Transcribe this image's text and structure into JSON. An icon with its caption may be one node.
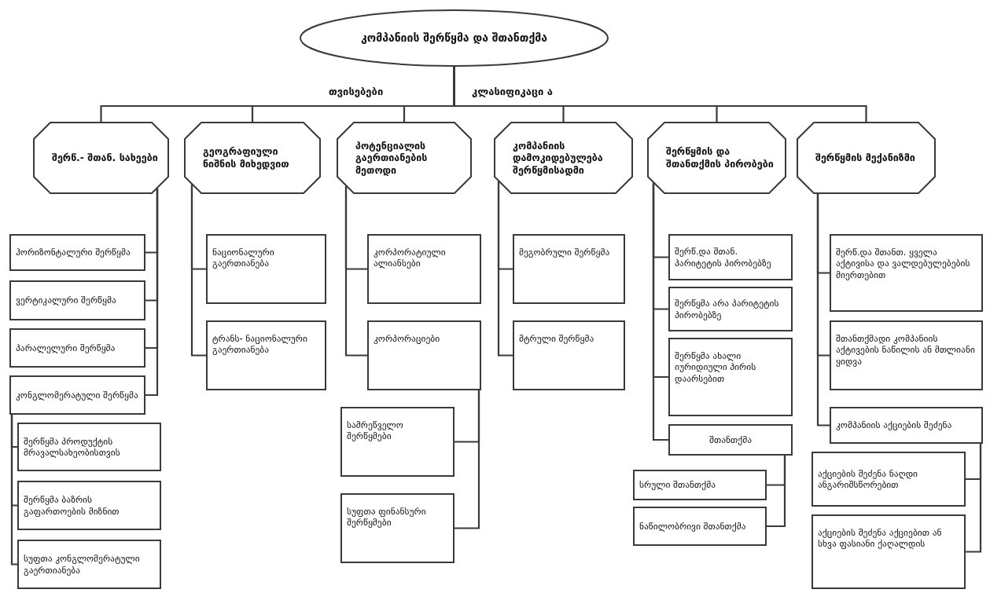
{
  "diagram": {
    "nodes": [
      {
        "text": [
          "კომპანიის შერწყმა და შთანთქმა"
        ]
      },
      {
        "text": [
          "შერწ.- შთან. სახეები"
        ]
      },
      {
        "text": [
          "გეოგრაფიული ნიშნის მიხედვით"
        ]
      },
      {
        "text": [
          "პოტენციალის გაერთიანების მეთოდი"
        ]
      },
      {
        "text": [
          "კომპანიის დამოკიდებულება შერწყმისადმი"
        ]
      },
      {
        "text": [
          "შერწყმის და შთანთქმის პირობები"
        ]
      },
      {
        "text": [
          "შერწყმის მექანიზმი"
        ]
      },
      {
        "text": [
          "ჰორიზონტალური შერწყმა"
        ]
      },
      {
        "text": [
          "ვერტიკალური შერწყმა"
        ]
      },
      {
        "text": [
          "პარალელური შერწყმა"
        ]
      },
      {
        "text": [
          "კონგლომერატული შერწყმა"
        ]
      },
      {
        "text": [
          "შერწყმა პროდუქტის მრავალსახეობისთვის"
        ]
      },
      {
        "text": [
          "შერწყმა ბაზრის გაფართოების მიზნით"
        ]
      },
      {
        "text": [
          "სუფთა კონგლომერატული გაერთიანება"
        ]
      },
      {
        "text": [
          "ნაციონალური გაერთიანება"
        ]
      },
      {
        "text": [
          "ტრანს- ნაციონალური გაერთიანება"
        ]
      },
      {
        "text": [
          "კორპორატიული ალიანსები"
        ]
      },
      {
        "text": [
          "კორპორაციები"
        ]
      },
      {
        "text": [
          "სამრეწველო შერწყმები"
        ]
      },
      {
        "text": [
          "სუფთა ფინანსური შერწყმები"
        ]
      },
      {
        "text": [
          "მეგობრული შერწყმა"
        ]
      },
      {
        "text": [
          "მტრული შერწყმა"
        ]
      },
      {
        "text": [
          "შერწ.და შთან. პარიტეტის პირობებზე"
        ]
      },
      {
        "text": [
          "შერწყმა არა პარიტეტის პირობებზე"
        ]
      },
      {
        "text": [
          "შერწყმა ახალი იურიდიული პირის დაარსებით"
        ]
      },
      {
        "text": [
          "შთანთქმა"
        ]
      },
      {
        "text": [
          "სრული შთანთქმა"
        ]
      },
      {
        "text": [
          "ნაწილობრივი შთანთქმა"
        ]
      },
      {
        "text": [
          "შერწ.და შთანთ. ყველა აქტივისა და ვალდებულებების მიერთებით"
        ]
      },
      {
        "text": [
          "შთანთქმადი კომპანიის აქტივების ნაწილის ან მთლიანი ყიდვა"
        ]
      },
      {
        "text": [
          "კომპანიის აქციების შეძენა"
        ]
      },
      {
        "text": [
          "აქციების შეძენა ნაღდი ანგარიშსწორებით"
        ]
      },
      {
        "text": [
          "აქციების შეძენა აქციებით ან სხვა ფასიანი ქაღალდის"
        ]
      }
    ],
    "edges": [
      {
        "from": 0,
        "to": 1,
        "arrow": "none"
      },
      {
        "from": 0,
        "to": 2,
        "arrow": "none"
      },
      {
        "from": 0,
        "to": 3,
        "arrow": "none"
      },
      {
        "from": 0,
        "to": 4,
        "arrow": "none"
      },
      {
        "from": 0,
        "to": 5,
        "arrow": "none"
      },
      {
        "from": 0,
        "to": 6,
        "arrow": "none"
      },
      {
        "from": 1,
        "to": 7,
        "arrow": "none"
      },
      {
        "from": 1,
        "to": 8,
        "arrow": "none"
      },
      {
        "from": 1,
        "to": 9,
        "arrow": "none"
      },
      {
        "from": 1,
        "to": 10,
        "arrow": "none"
      },
      {
        "from": 10,
        "to": 11,
        "arrow": "none"
      },
      {
        "from": 10,
        "to": 12,
        "arrow": "none"
      },
      {
        "from": 10,
        "to": 13,
        "arrow": "none"
      },
      {
        "from": 2,
        "to": 14,
        "arrow": "none"
      },
      {
        "from": 2,
        "to": 15,
        "arrow": "none"
      },
      {
        "from": 3,
        "to": 16,
        "arrow": "none"
      },
      {
        "from": 3,
        "to": 17,
        "arrow": "none"
      },
      {
        "from": 17,
        "to": 18,
        "arrow": "none"
      },
      {
        "from": 17,
        "to": 19,
        "arrow": "none"
      },
      {
        "from": 4,
        "to": 20,
        "arrow": "none"
      },
      {
        "from": 4,
        "to": 21,
        "arrow": "none"
      },
      {
        "from": 5,
        "to": 22,
        "arrow": "none"
      },
      {
        "from": 5,
        "to": 23,
        "arrow": "none"
      },
      {
        "from": 5,
        "to": 24,
        "arrow": "none"
      },
      {
        "from": 5,
        "to": 25,
        "arrow": "none"
      },
      {
        "from": 25,
        "to": 26,
        "arrow": "none"
      },
      {
        "from": 25,
        "to": 27,
        "arrow": "none"
      },
      {
        "from": 6,
        "to": 28,
        "arrow": "none"
      },
      {
        "from": 6,
        "to": 29,
        "arrow": "none"
      },
      {
        "from": 6,
        "to": 30,
        "arrow": "none"
      },
      {
        "from": 30,
        "to": 31,
        "arrow": "none"
      },
      {
        "from": 30,
        "to": 32,
        "arrow": "none"
      }
    ],
    "labels": [
      "თვისებები",
      "კლასიფიკაცი ა"
    ]
  }
}
